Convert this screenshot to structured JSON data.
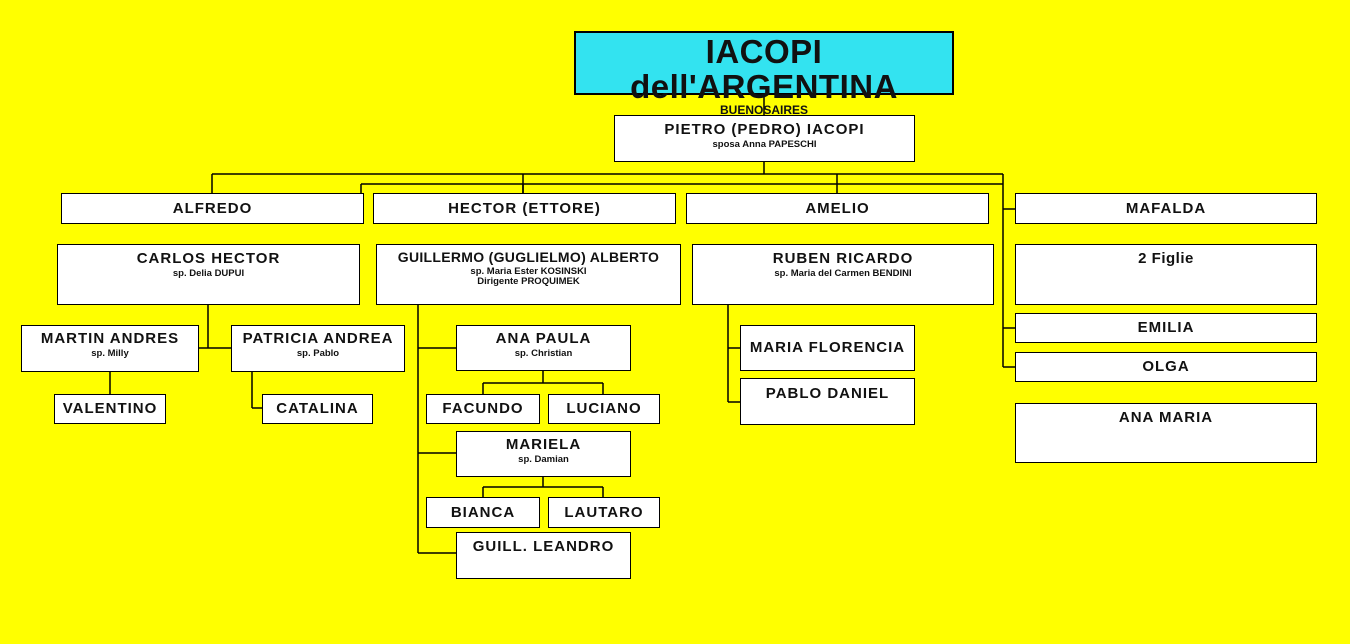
{
  "title": "IACOPI dell'ARGENTINA",
  "subtitle": "BUENOSAIRES",
  "root": {
    "name": "PIETRO (PEDRO) IACOPI",
    "spouse": "sposa Anna PAPESCHI"
  },
  "children": {
    "alfredo": {
      "name": "ALFREDO"
    },
    "hector": {
      "name": "HECTOR (ETTORE)"
    },
    "amelio": {
      "name": "AMELIO"
    },
    "mafalda": {
      "name": "MAFALDA"
    }
  },
  "grandchildren": {
    "carlos": {
      "name": "CARLOS HECTOR",
      "spouse": "sp. Delia DUPUI"
    },
    "guillermo": {
      "name": "GUILLERMO (GUGLIELMO) ALBERTO",
      "spouse": "sp. Maria Ester KOSINSKI",
      "note": "Dirigente PROQUIMEK"
    },
    "ruben": {
      "name": "RUBEN RICARDO",
      "spouse": "sp. Maria del Carmen BENDINI"
    },
    "figlie": {
      "name": "2 Figlie"
    },
    "emilia": {
      "name": "EMILIA"
    },
    "olga": {
      "name": "OLGA"
    },
    "anamaria": {
      "name": "ANA MARIA"
    }
  },
  "great_grandchildren": {
    "martin": {
      "name": "MARTIN ANDRES",
      "spouse": "sp. Milly"
    },
    "patricia": {
      "name": "PATRICIA ANDREA",
      "spouse": "sp. Pablo"
    },
    "anapaula": {
      "name": "ANA PAULA",
      "spouse": "sp. Christian"
    },
    "mariela": {
      "name": "MARIELA",
      "spouse": "sp. Damian"
    },
    "guill": {
      "name": "GUILL. LEANDRO"
    },
    "florencia": {
      "name": "MARIA FLORENCIA"
    },
    "pablo": {
      "name": "PABLO DANIEL"
    }
  },
  "next_generation": {
    "valentino": {
      "name": "VALENTINO"
    },
    "catalina": {
      "name": "CATALINA"
    },
    "facundo": {
      "name": "FACUNDO"
    },
    "luciano": {
      "name": "LUCIANO"
    },
    "bianca": {
      "name": "BIANCA"
    },
    "lautaro": {
      "name": "LAUTARO"
    }
  },
  "colors": {
    "background": "#ffff00",
    "title_box": "#33e3f0",
    "box": "#ffffff"
  }
}
